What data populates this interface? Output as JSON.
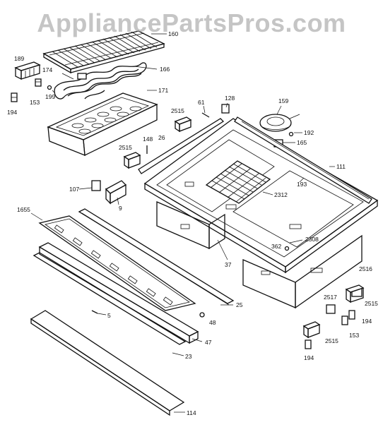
{
  "watermark": "AppliancePartsPros.com",
  "labels": {
    "p160": "160",
    "p189": "189",
    "p174": "174",
    "p166": "166",
    "p199": "199",
    "p153a": "153",
    "p171": "171",
    "p194a": "194",
    "p128": "128",
    "p61": "61",
    "p159": "159",
    "p2515a": "2515",
    "p192": "192",
    "p165": "165",
    "p148": "148",
    "p26": "26",
    "p2515b": "2515",
    "p111": "111",
    "p193": "193",
    "p107": "107",
    "p2312": "2312",
    "p9": "9",
    "p1655": "1655",
    "p2308": "2308",
    "p362": "362",
    "p37": "37",
    "p2516": "2516",
    "p25": "25",
    "p2517": "2517",
    "p2515c": "2515",
    "p5": "5",
    "p48": "48",
    "p194b": "194",
    "p153b": "153",
    "p47": "47",
    "p2515d": "2515",
    "p23": "23",
    "p194c": "194",
    "p114": "114"
  },
  "colors": {
    "line": "#111111",
    "watermark": "#969696"
  }
}
